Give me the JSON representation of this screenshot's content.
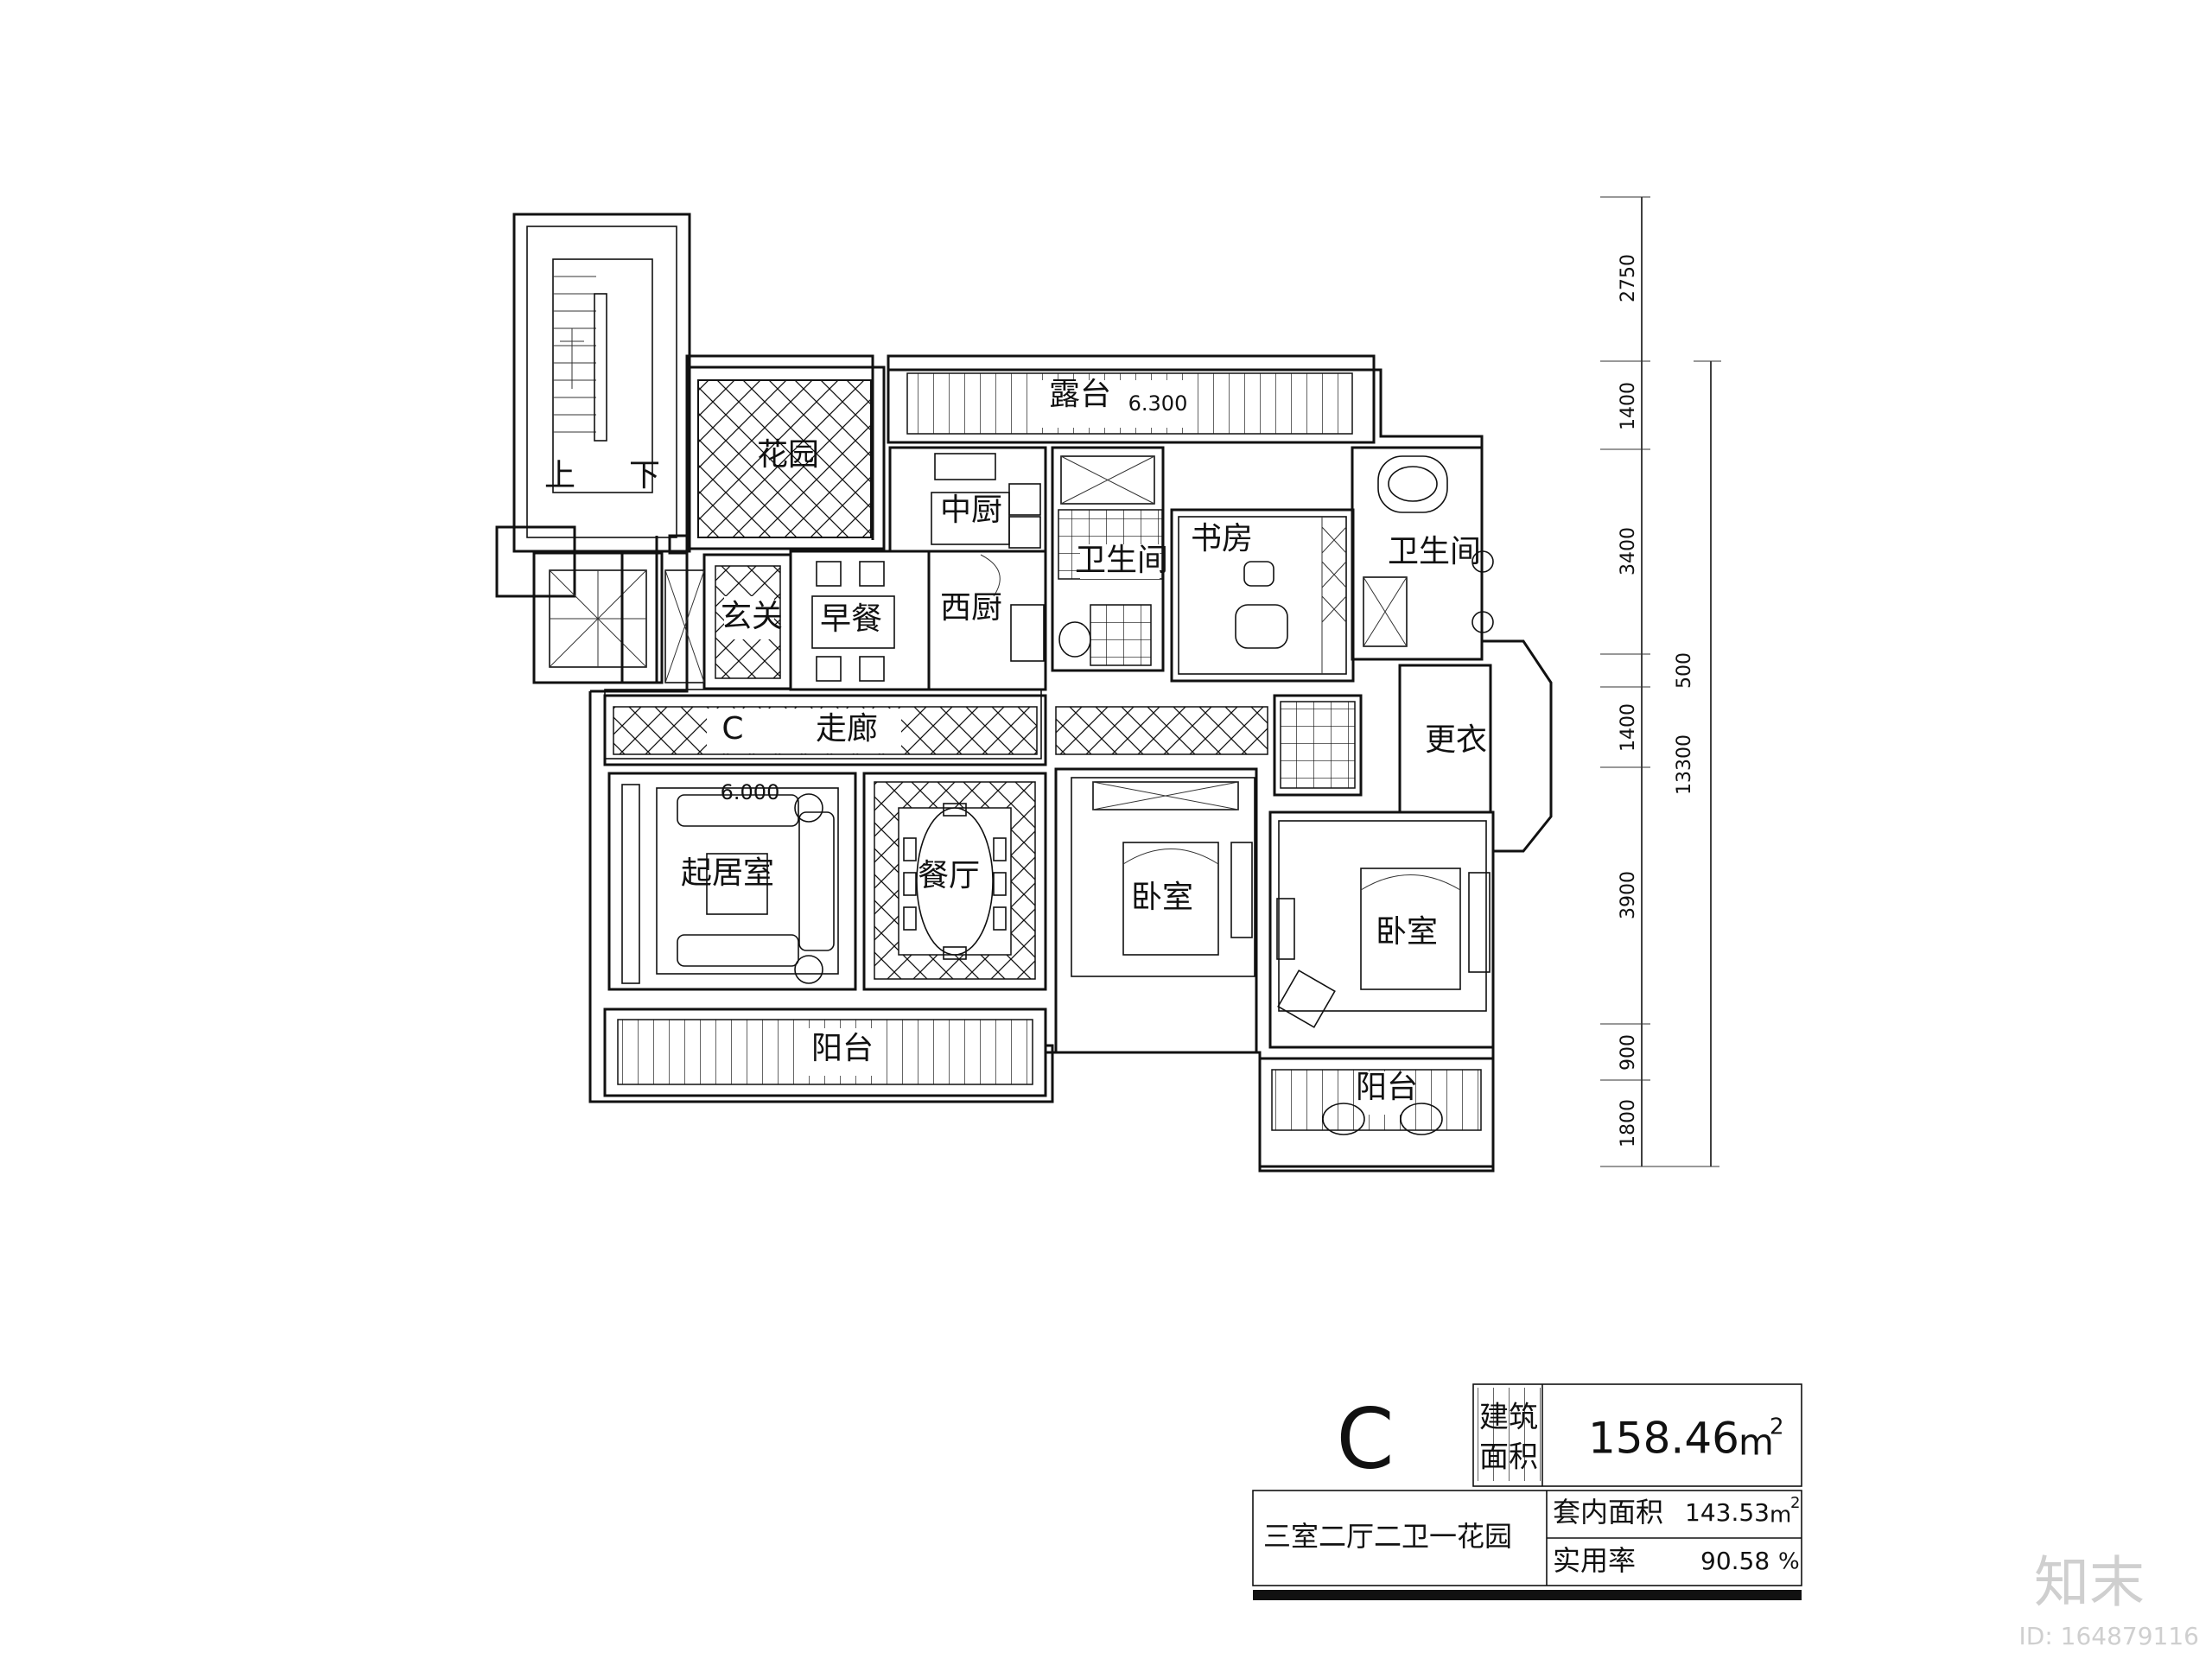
{
  "plan": {
    "unit_letter": "C",
    "rooms": {
      "garden": "花园",
      "terrace": "露台",
      "mid_kitchen": "中厨",
      "west_kitchen": "西厨",
      "foyer": "玄关",
      "breakfast": "早餐",
      "bathroom_1": "卫生间",
      "study": "书房",
      "bathroom_2": "卫生间",
      "corridor": "走廊",
      "dressing": "更衣",
      "living": "起居室",
      "dining": "餐厅",
      "bedroom_1": "卧室",
      "bedroom_2": "卧室",
      "balcony_1": "阳台",
      "balcony_2": "阳台",
      "stair_up": "上",
      "stair_down": "下"
    },
    "levels": {
      "terrace": "6.300",
      "living": "6.000"
    },
    "dimensions_outer": [
      "2750",
      "1400",
      "3400",
      "500",
      "1400",
      "3900",
      "900",
      "1800"
    ],
    "dimension_total": "13300"
  },
  "summary": {
    "unit_letter": "C",
    "gross_area_label_line1": "建筑",
    "gross_area_label_line2": "面积",
    "gross_area_value": "158.46",
    "gross_area_unit": "m",
    "gross_area_sup": "2",
    "layout_description": "三室二厅二卫一花园",
    "inner_area_label": "套内面积",
    "inner_area_value": "143.53",
    "inner_area_unit": "m",
    "inner_area_sup": "2",
    "usage_ratio_label": "实用率",
    "usage_ratio_value": "90.58",
    "usage_ratio_unit": "%"
  },
  "watermark": {
    "logo": "知末",
    "id_text": "ID: 164879116"
  }
}
